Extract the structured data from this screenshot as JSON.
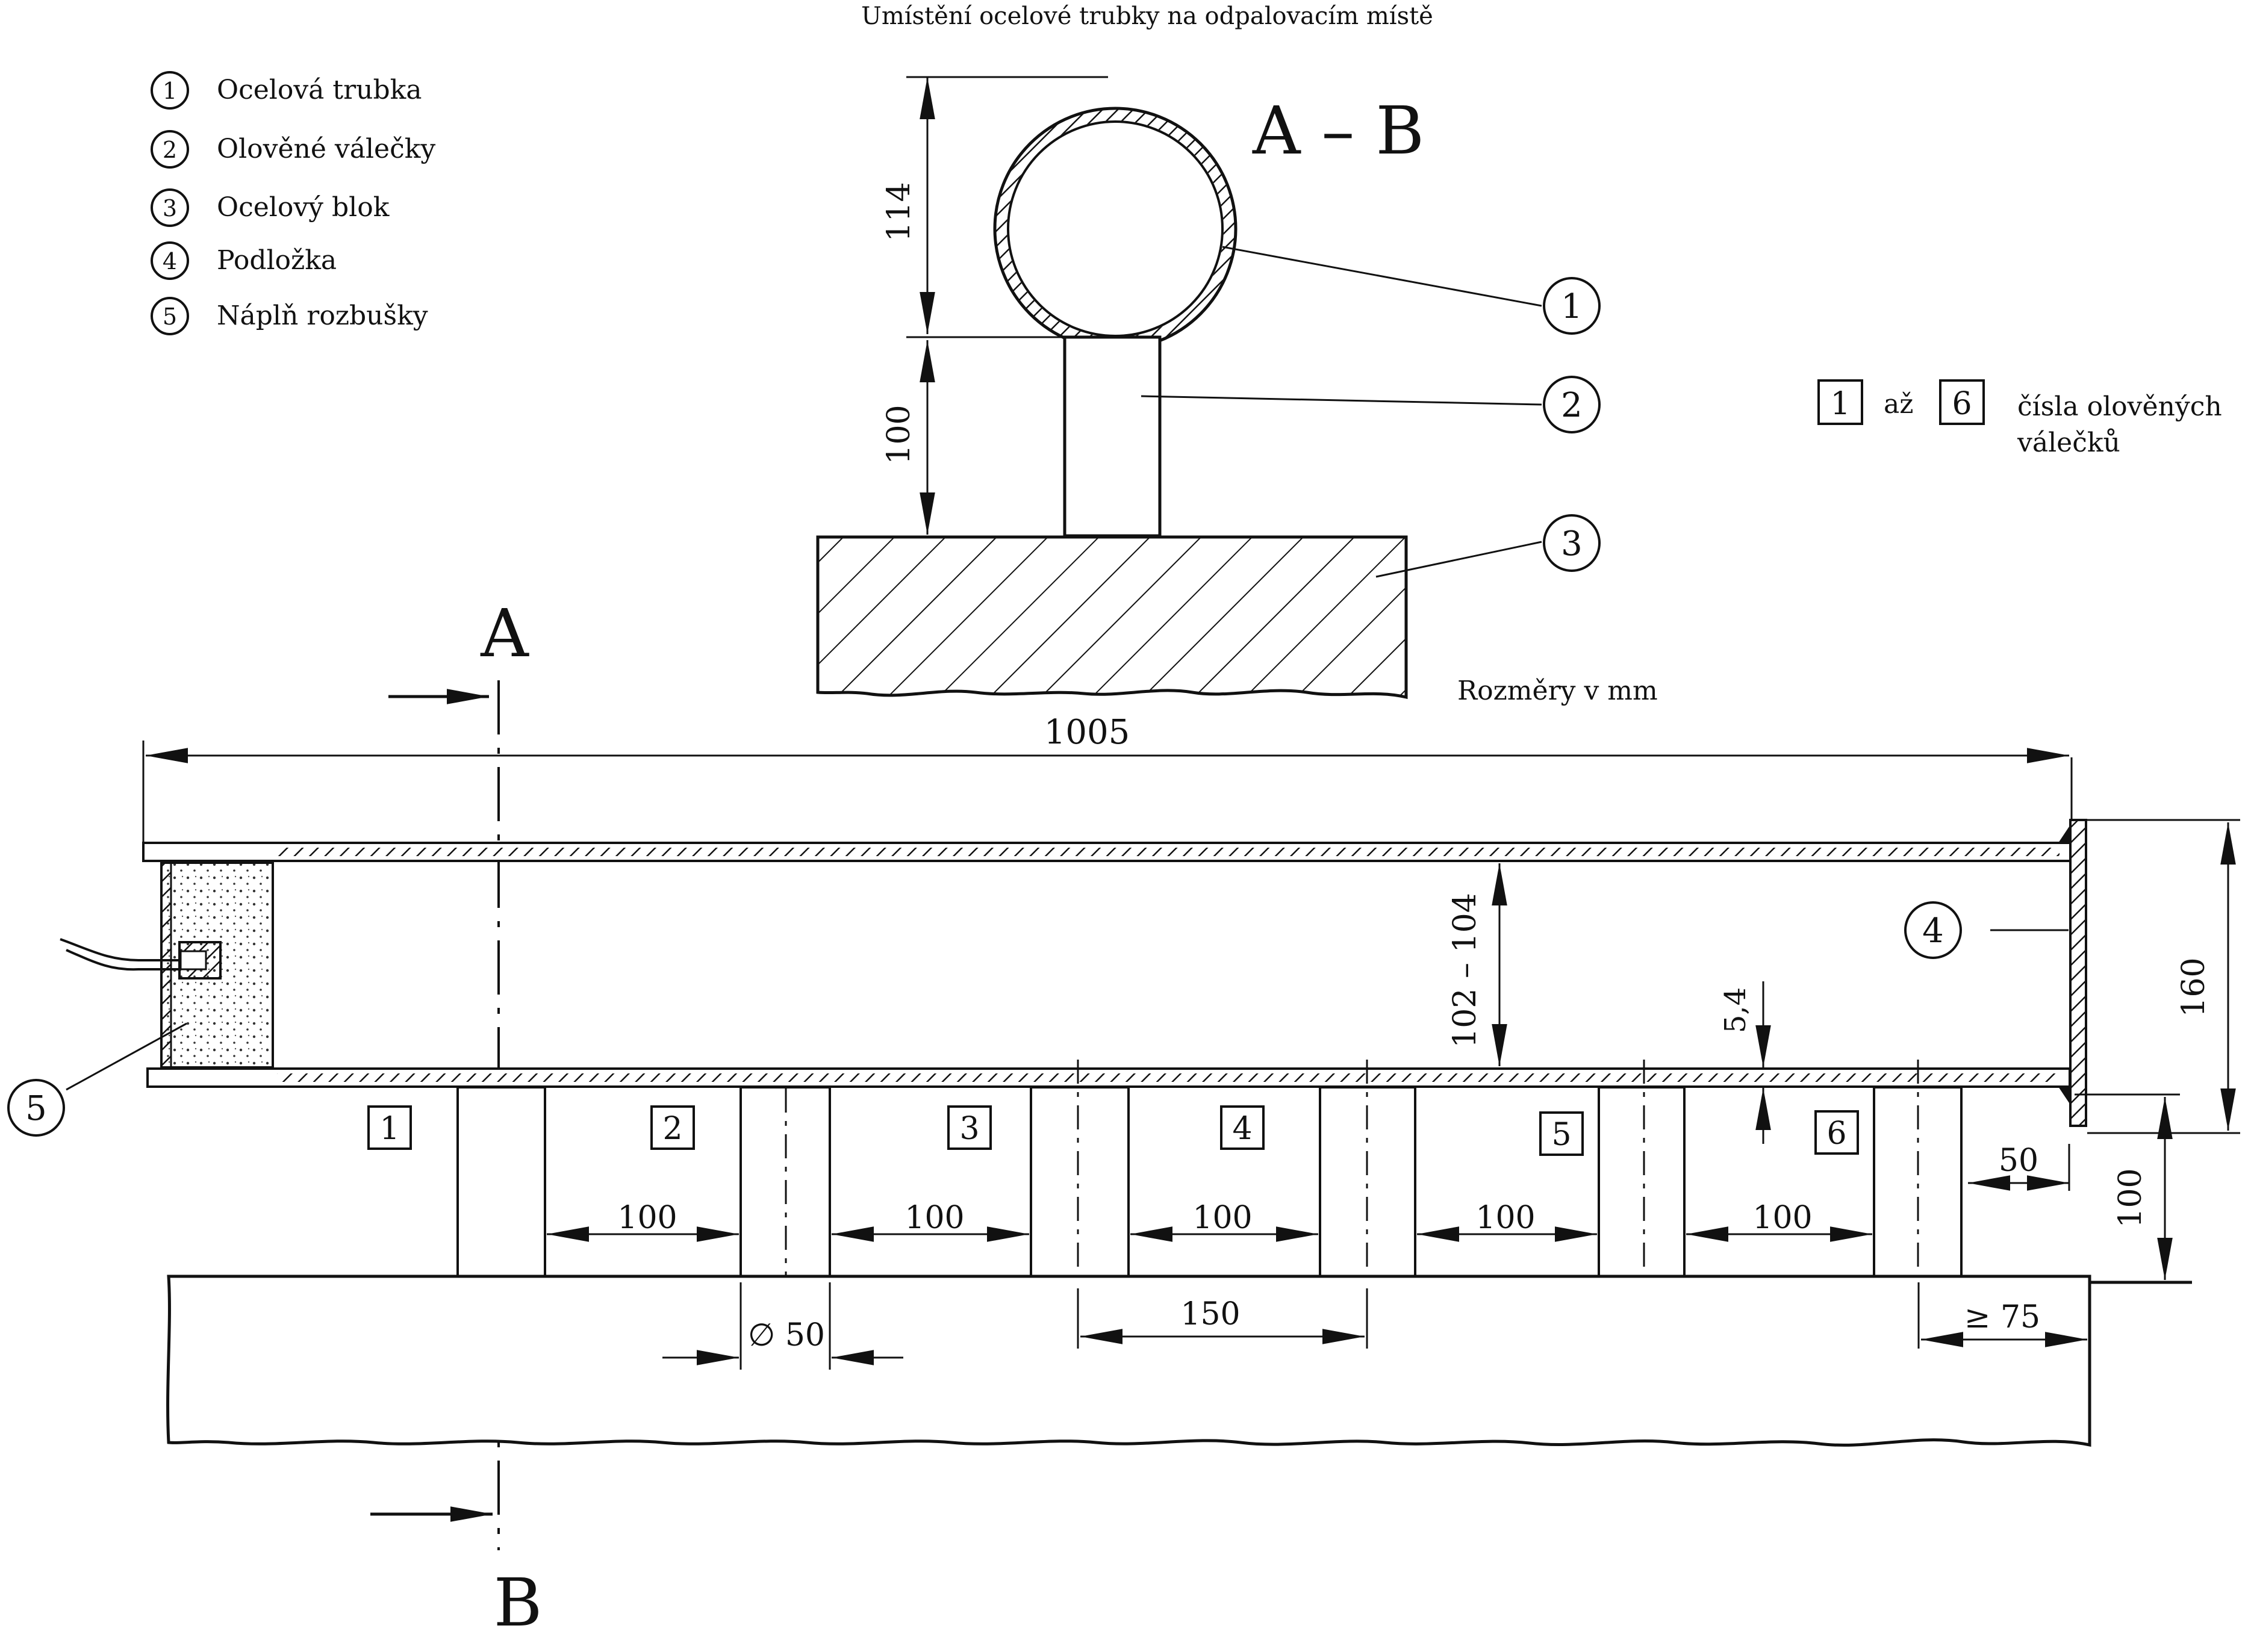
{
  "title": "Umístění ocelové trubky na odpalovacím místě",
  "section_label": "A – B",
  "cut_label_top": "A",
  "cut_label_bottom": "B",
  "units_note": "Rozměry v mm",
  "legend": [
    {
      "num": "1",
      "text": "Ocelová trubka"
    },
    {
      "num": "2",
      "text": "Olověné válečky"
    },
    {
      "num": "3",
      "text": "Ocelový blok"
    },
    {
      "num": "4",
      "text": "Podložka"
    },
    {
      "num": "5",
      "text": "Náplň rozbušky"
    }
  ],
  "cylinder_key": {
    "from": "1",
    "connector": "až",
    "to": "6",
    "text_line1": "čísla olověných",
    "text_line2": "válečků"
  },
  "callouts": [
    "1",
    "2",
    "3",
    "4",
    "5"
  ],
  "cylinder_numbers": [
    "1",
    "2",
    "3",
    "4",
    "5",
    "6"
  ],
  "dimensions": {
    "section_tube_height": "114",
    "section_cylinder_height": "100",
    "tube_length": "1005",
    "inner_diameter": "102 – 104",
    "wall_thickness": "5,4",
    "plate_height": "160",
    "plate_offset": "50",
    "cylinder_height": "100",
    "gap": "100",
    "cylinder_spacing": "150",
    "cylinder_diameter": "∅ 50",
    "end_clearance": "≥ 75"
  },
  "colors": {
    "ink": "#111111",
    "paper": "#ffffff"
  }
}
